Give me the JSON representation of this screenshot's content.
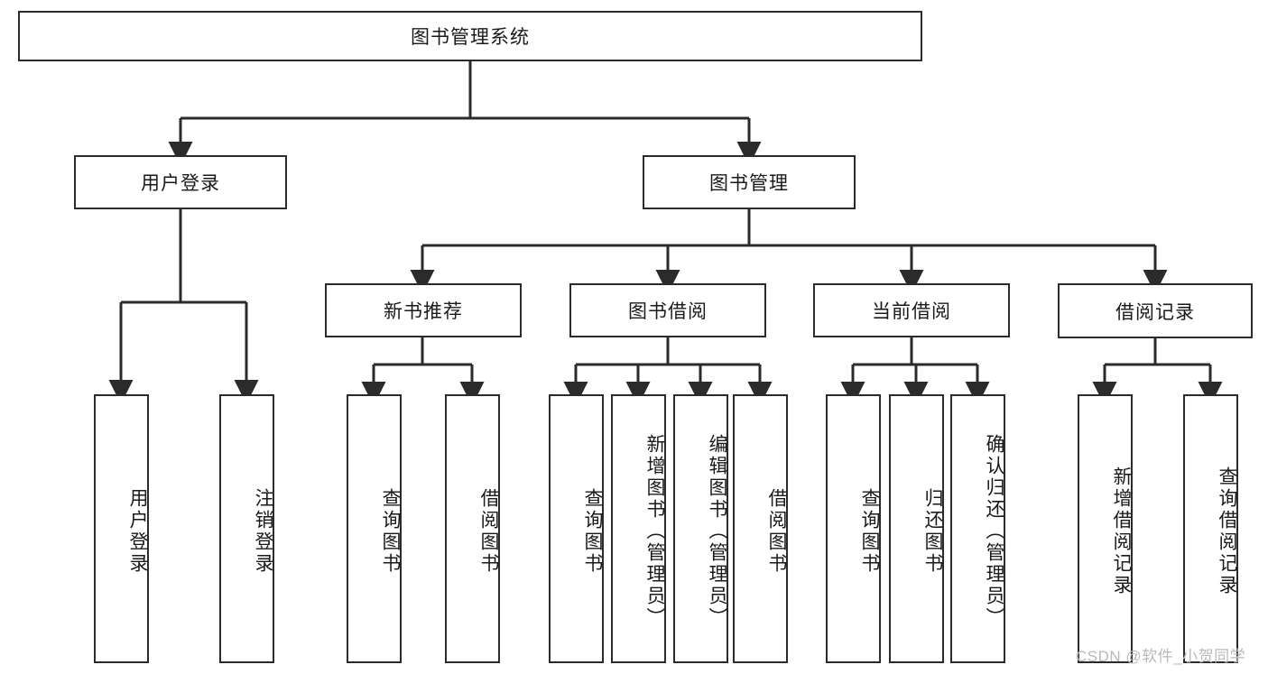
{
  "diagram": {
    "type": "tree-hierarchy",
    "title": "图书管理系统",
    "colors": {
      "stroke": "#2b2b2b",
      "fill": "#ffffff",
      "text": "#1a1a1a",
      "watermark": "#b9b9b9"
    },
    "root": {
      "label": "图书管理系统"
    },
    "level1": [
      {
        "label": "用户登录"
      },
      {
        "label": "图书管理"
      }
    ],
    "level2": [
      {
        "label": "新书推荐"
      },
      {
        "label": "图书借阅"
      },
      {
        "label": "当前借阅"
      },
      {
        "label": "借阅记录"
      }
    ],
    "leaves": {
      "user_login": [
        {
          "label": "用户登录"
        },
        {
          "label": "注销登录"
        }
      ],
      "new_book_recommend": [
        {
          "label": "查询图书"
        },
        {
          "label": "借阅图书"
        }
      ],
      "book_borrow": [
        {
          "label": "查询图书"
        },
        {
          "label": "新增图书（管理员）"
        },
        {
          "label": "编辑图书（管理员）"
        },
        {
          "label": "借阅图书"
        }
      ],
      "current_borrow": [
        {
          "label": "查询图书"
        },
        {
          "label": "归还图书"
        },
        {
          "label": "确认归还（管理员）"
        }
      ],
      "borrow_record": [
        {
          "label": "新增借阅记录"
        },
        {
          "label": "查询借阅记录"
        }
      ]
    }
  },
  "watermark": {
    "text": "CSDN @软件_小贺同学"
  }
}
